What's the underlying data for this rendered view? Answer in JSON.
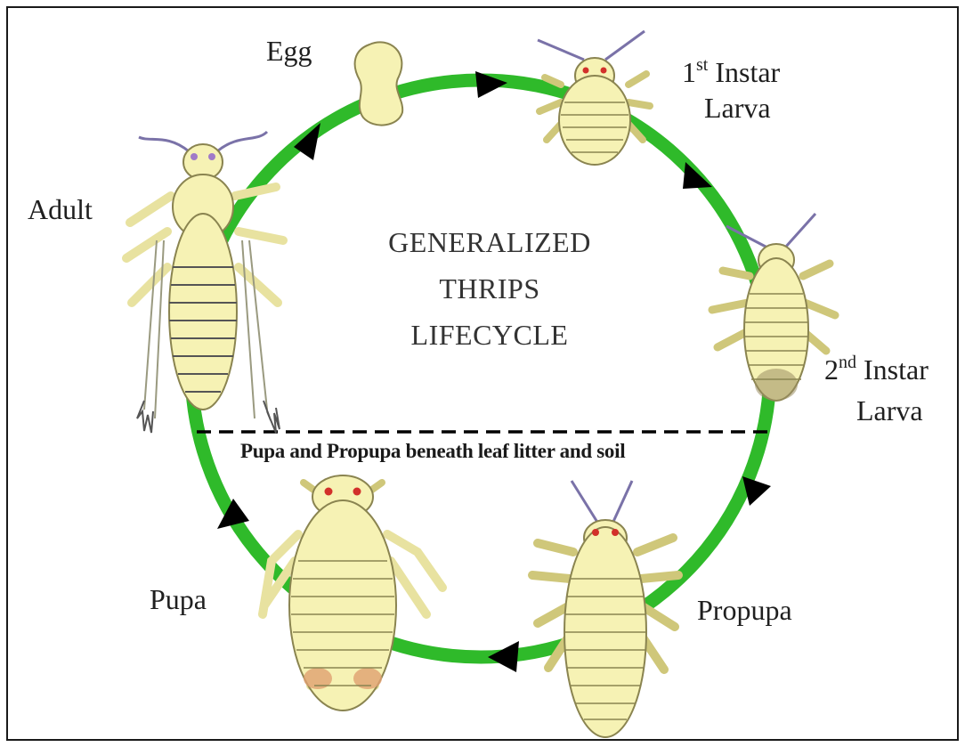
{
  "title": [
    "GENERALIZED",
    "THRIPS",
    "LIFECYCLE"
  ],
  "note": "Pupa and Propupa beneath leaf litter and soil",
  "stages": {
    "egg": "Egg",
    "larva1": {
      "ordinal": "1",
      "suffix": "st",
      "line1": " Instar",
      "line2": "Larva"
    },
    "larva2": {
      "ordinal": "2",
      "suffix": "nd",
      "line1": " Instar",
      "line2": "Larva"
    },
    "propupa": "Propupa",
    "pupa": "Pupa",
    "adult": "Adult"
  },
  "colors": {
    "cycle": "#2fba2a",
    "insect_body": "#f6f2b4",
    "insect_outline": "#8a8450",
    "antenna": "#7a72a8",
    "eye": "#d2302a",
    "arrow": "#000000"
  }
}
